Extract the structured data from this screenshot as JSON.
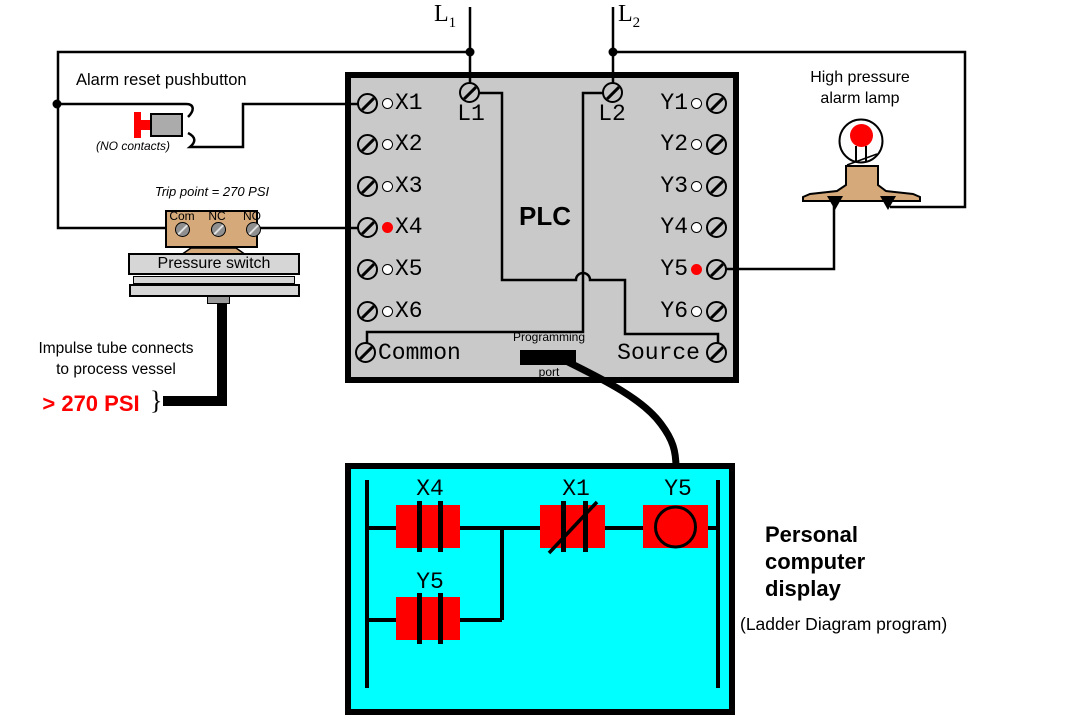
{
  "colors": {
    "wire_black": "#000000",
    "alarm_red": "#ff0000",
    "plc_gray": "#c9c9c9",
    "screen_cyan": "#00ffff",
    "fitting_tan": "#d5a97a"
  },
  "power_rails": {
    "l1": {
      "base": "L",
      "sub": "1"
    },
    "l2": {
      "base": "L",
      "sub": "2"
    }
  },
  "plc": {
    "title": "PLC",
    "terminal_l1": "L1",
    "terminal_l2": "L2",
    "inputs": [
      {
        "label": "X1",
        "led": "off"
      },
      {
        "label": "X2",
        "led": "off"
      },
      {
        "label": "X3",
        "led": "off"
      },
      {
        "label": "X4",
        "led": "on"
      },
      {
        "label": "X5",
        "led": "off"
      },
      {
        "label": "X6",
        "led": "off"
      }
    ],
    "outputs": [
      {
        "label": "Y1",
        "led": "off"
      },
      {
        "label": "Y2",
        "led": "off"
      },
      {
        "label": "Y3",
        "led": "off"
      },
      {
        "label": "Y4",
        "led": "off"
      },
      {
        "label": "Y5",
        "led": "on"
      },
      {
        "label": "Y6",
        "led": "off"
      }
    ],
    "common_label": "Common",
    "source_label": "Source",
    "programming_port": {
      "line1": "Programming",
      "line2": "port"
    }
  },
  "alarm_reset": {
    "title": "Alarm reset pushbutton",
    "note": "(NO contacts)"
  },
  "pressure_switch": {
    "trip_note": "Trip point = 270 PSI",
    "terminals": [
      "Com",
      "NC",
      "NO"
    ],
    "label": "Pressure switch",
    "impulse_line1": "Impulse tube connects",
    "impulse_line2": "to process vessel",
    "pressure_value": "> 270 PSI",
    "break_symbol": "}"
  },
  "alarm_lamp": {
    "line1": "High pressure",
    "line2": "alarm lamp"
  },
  "computer_display": {
    "title_line1": "Personal",
    "title_line2": "computer",
    "title_line3": "display",
    "subtitle": "(Ladder Diagram program)"
  },
  "ladder_program": {
    "rung1": {
      "contact1": {
        "label": "X4",
        "type": "normally-open"
      },
      "contact2": {
        "label": "X1",
        "type": "normally-closed"
      },
      "coil": {
        "label": "Y5"
      }
    },
    "rung2": {
      "contact1": {
        "label": "Y5",
        "type": "normally-open"
      }
    }
  }
}
